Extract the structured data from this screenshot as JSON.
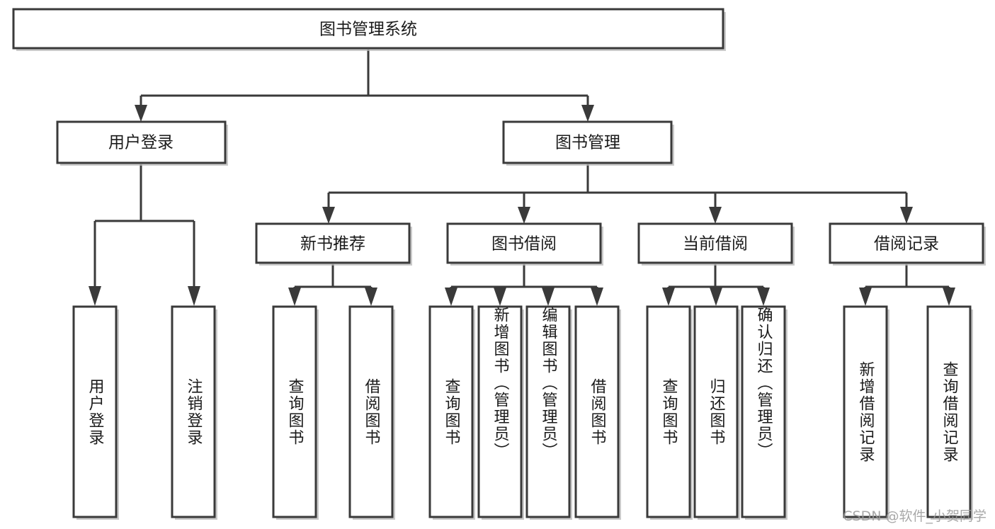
{
  "diagram": {
    "title": "图书管理系统",
    "watermark": "CSDN @软件_小贺同学",
    "colors": {
      "stroke": "#3a3a3a",
      "fill": "#ffffff",
      "text": "#1a1a1a",
      "shadow": "#b8b8b8",
      "watermark": "#9a9a9a"
    },
    "root": {
      "label": "图书管理系统"
    },
    "level2": [
      {
        "label": "用户登录"
      },
      {
        "label": "图书管理"
      }
    ],
    "level3": [
      {
        "label": "新书推荐"
      },
      {
        "label": "图书借阅"
      },
      {
        "label": "当前借阅"
      },
      {
        "label": "借阅记录"
      }
    ],
    "leaves": {
      "user_login": [
        {
          "label": "用户登录"
        },
        {
          "label": "注销登录"
        }
      ],
      "new_book_recommend": [
        {
          "label": "查询图书"
        },
        {
          "label": "借阅图书"
        }
      ],
      "book_borrow": [
        {
          "label": "查询图书"
        },
        {
          "label": "新增图书（管理员）"
        },
        {
          "label": "编辑图书（管理员）"
        },
        {
          "label": "借阅图书"
        }
      ],
      "current_borrow": [
        {
          "label": "查询图书"
        },
        {
          "label": "归还图书"
        },
        {
          "label": "确认归还（管理员）"
        }
      ],
      "borrow_records": [
        {
          "label": "新增借阅记录"
        },
        {
          "label": "查询借阅记录"
        }
      ]
    }
  }
}
